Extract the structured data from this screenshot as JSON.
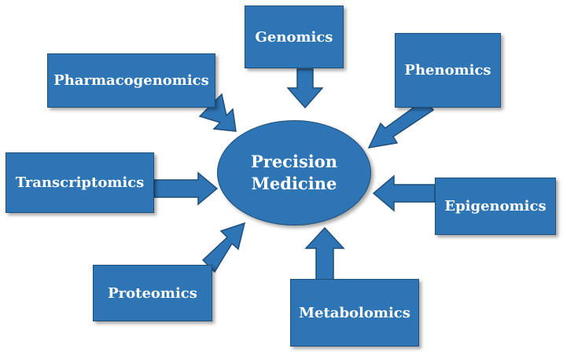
{
  "colors": {
    "fill": "#2e75b6",
    "stroke": "#1f4e79",
    "text": "#ffffff"
  },
  "center": {
    "line1": "Precision",
    "line2": "Medicine"
  },
  "nodes": {
    "genomics": "Genomics",
    "pharmacogenomics": "Pharmacogenomics",
    "phenomics": "Phenomics",
    "transcriptomics": "Transcriptomics",
    "epigenomics": "Epigenomics",
    "proteomics": "Proteomics",
    "metabolomics": "Metabolomics"
  }
}
